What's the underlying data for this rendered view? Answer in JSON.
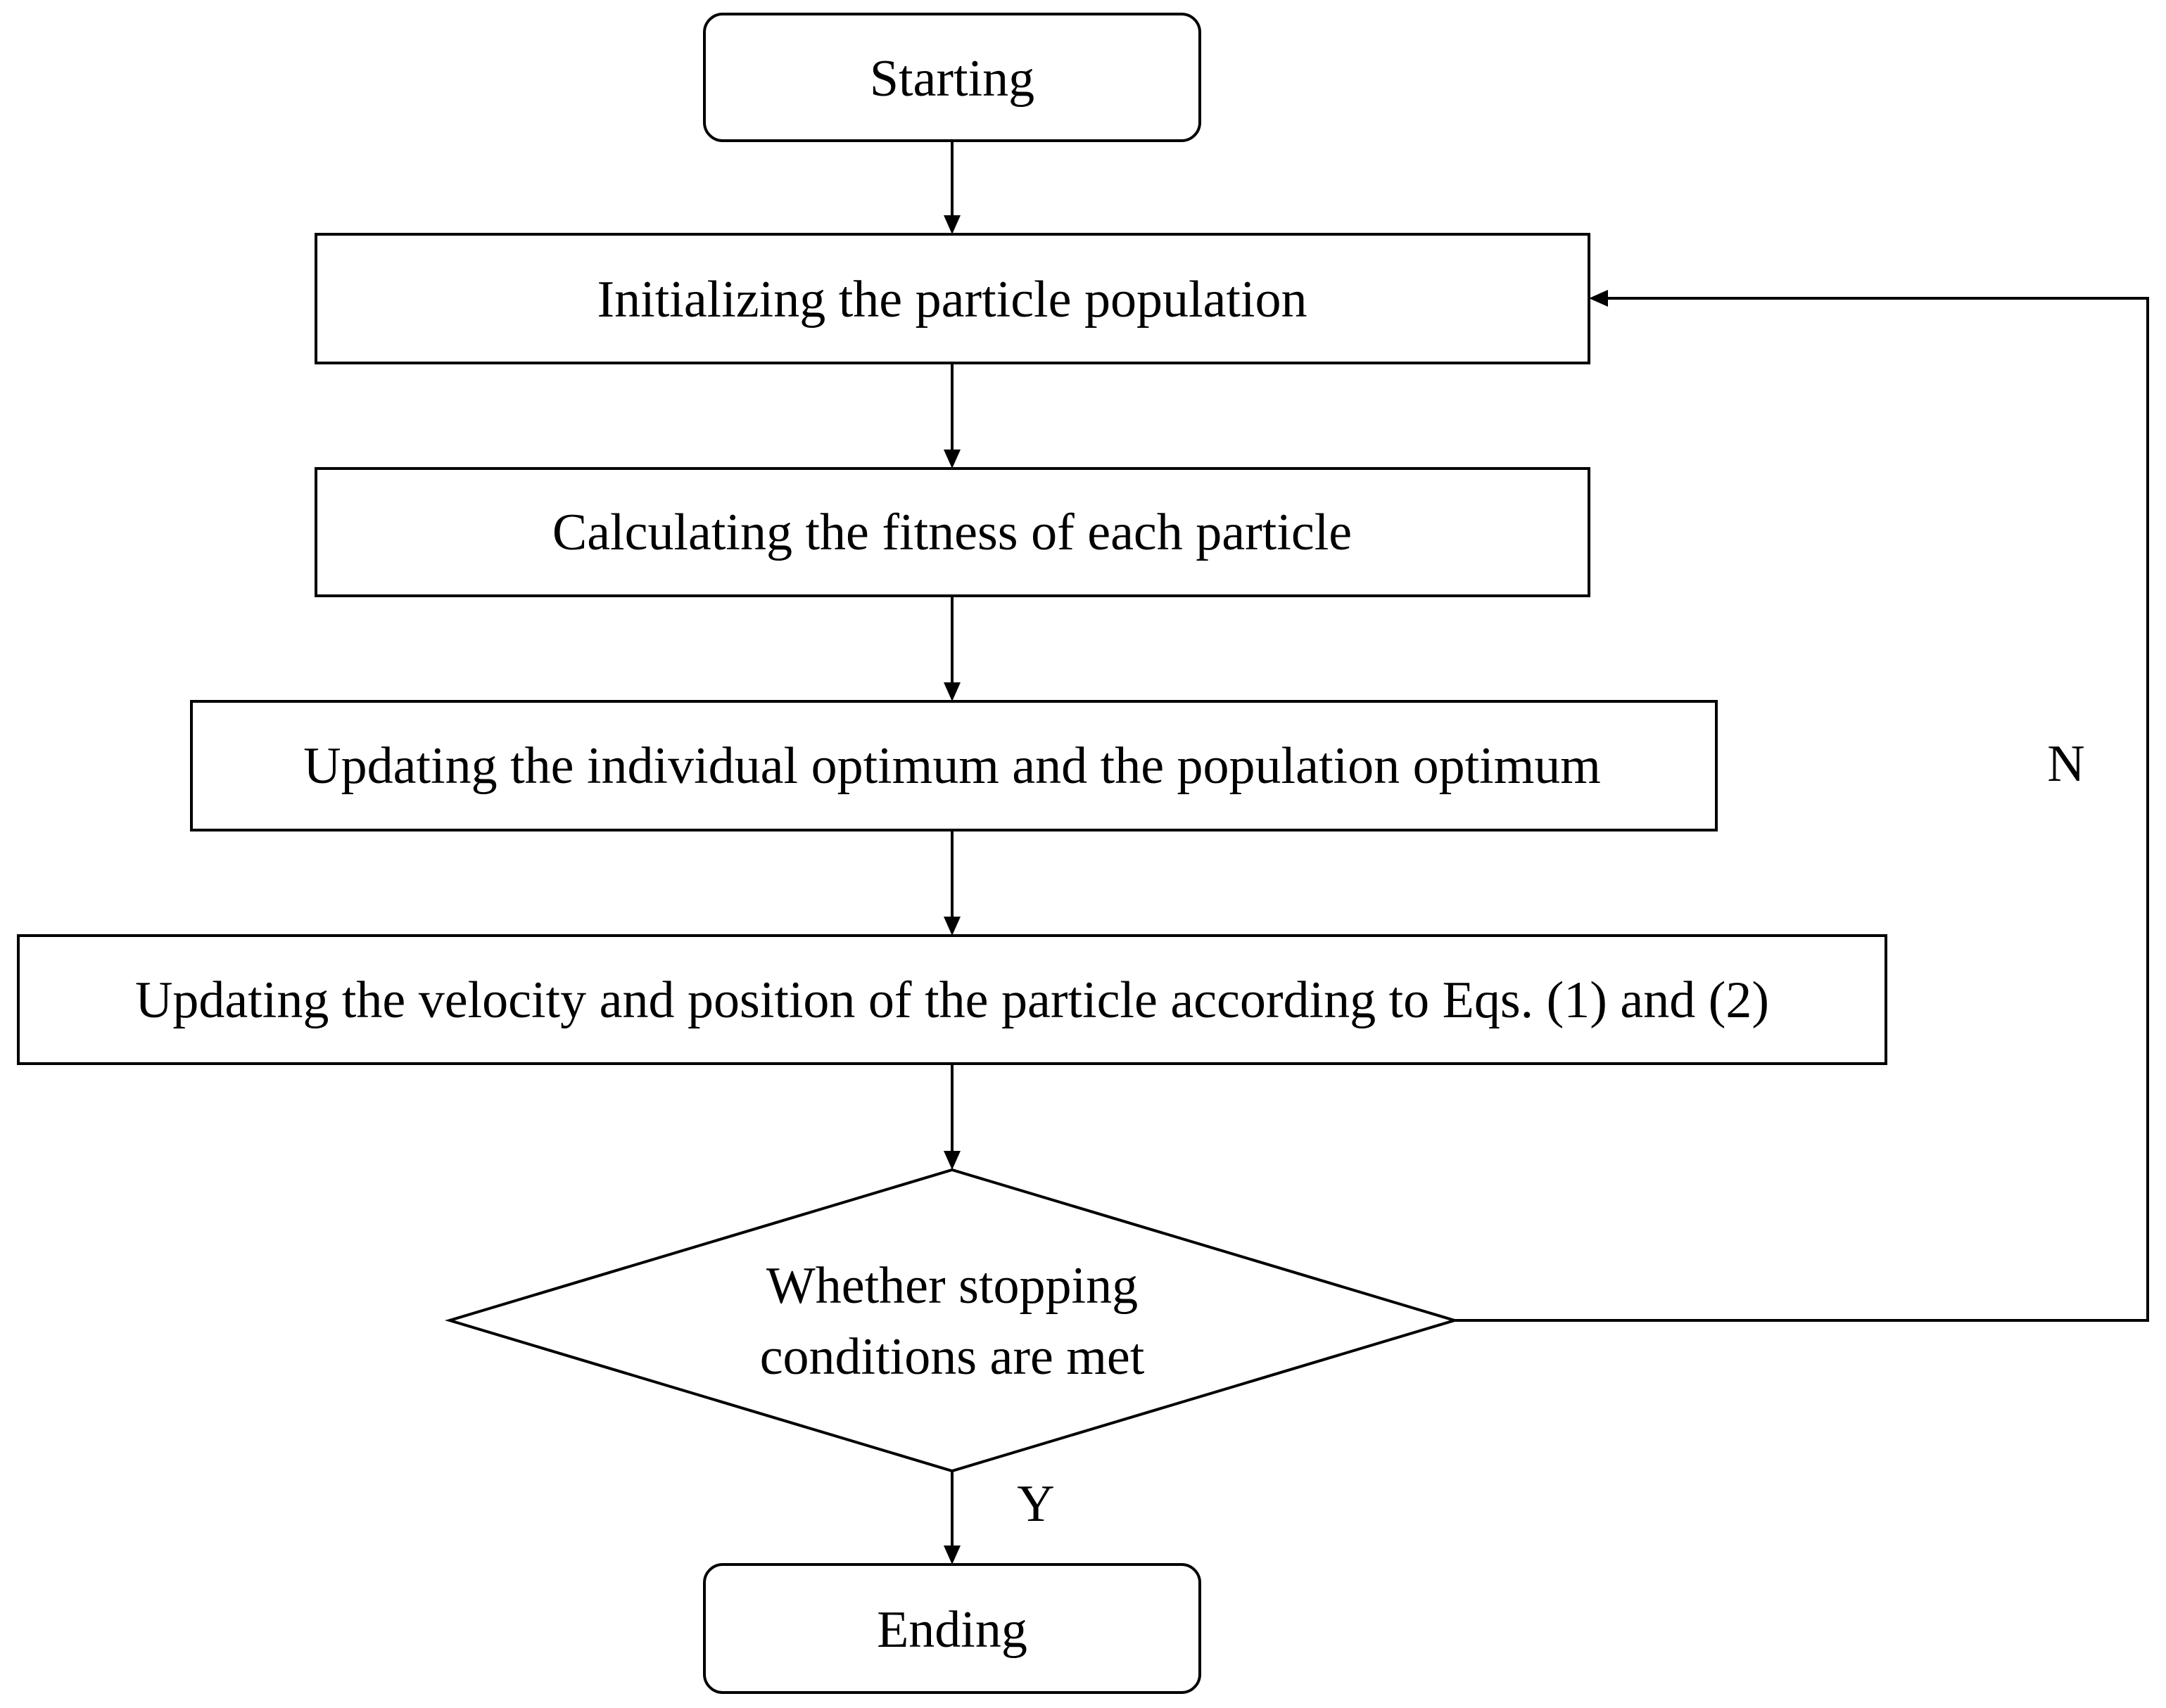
{
  "flowchart": {
    "nodes": {
      "start": {
        "label": "Starting"
      },
      "init": {
        "label": "Initializing the particle population"
      },
      "fitness": {
        "label": "Calculating the fitness of each particle"
      },
      "update_optimum": {
        "label": "Updating the individual optimum and the population optimum"
      },
      "update_velocity": {
        "label": "Updating the velocity and position of the particle according to Eqs. (1) and (2)"
      },
      "decision": {
        "label_line1": "Whether stopping",
        "label_line2": "conditions are met"
      },
      "end": {
        "label": "Ending"
      }
    },
    "edges": {
      "no_label": "N",
      "yes_label": "Y"
    },
    "colors": {
      "stroke": "#000000",
      "fill": "#ffffff",
      "text": "#000000"
    }
  }
}
